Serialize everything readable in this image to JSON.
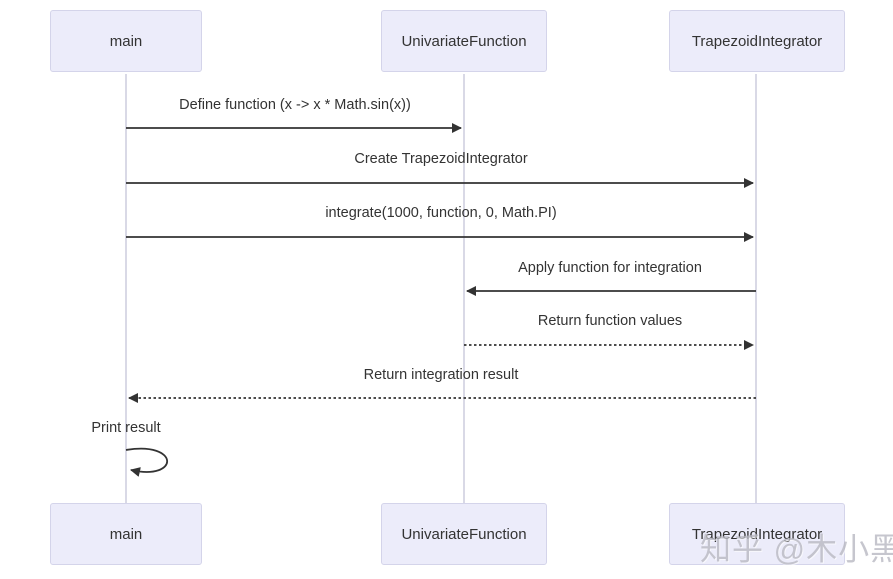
{
  "diagram": {
    "type": "sequence",
    "actors": [
      {
        "id": "main",
        "label": "main"
      },
      {
        "id": "univariate-function",
        "label": "UnivariateFunction"
      },
      {
        "id": "trapezoid-integrator",
        "label": "TrapezoidIntegrator"
      }
    ],
    "messages": [
      {
        "label": "Define function (x -> x * Math.sin(x))",
        "from": "main",
        "to": "UnivariateFunction",
        "line": "solid"
      },
      {
        "label": "Create TrapezoidIntegrator",
        "from": "main",
        "to": "TrapezoidIntegrator",
        "line": "solid"
      },
      {
        "label": "integrate(1000, function, 0, Math.PI)",
        "from": "main",
        "to": "TrapezoidIntegrator",
        "line": "solid"
      },
      {
        "label": "Apply function for integration",
        "from": "TrapezoidIntegrator",
        "to": "UnivariateFunction",
        "line": "solid"
      },
      {
        "label": "Return function values",
        "from": "UnivariateFunction",
        "to": "TrapezoidIntegrator",
        "line": "dashed"
      },
      {
        "label": "Return integration result",
        "from": "TrapezoidIntegrator",
        "to": "main",
        "line": "dashed"
      },
      {
        "label": "Print result",
        "from": "main",
        "to": "main",
        "line": "self-loop"
      }
    ],
    "watermark": "知乎 @木小黑",
    "colors": {
      "page_bg": "#ffffff",
      "actor_fill": "#ececfa",
      "actor_border": "#d4d4ea",
      "lifeline": "#c9c9dc",
      "arrow": "#333333",
      "text": "#333333",
      "watermark": "#b9b9c2"
    }
  }
}
